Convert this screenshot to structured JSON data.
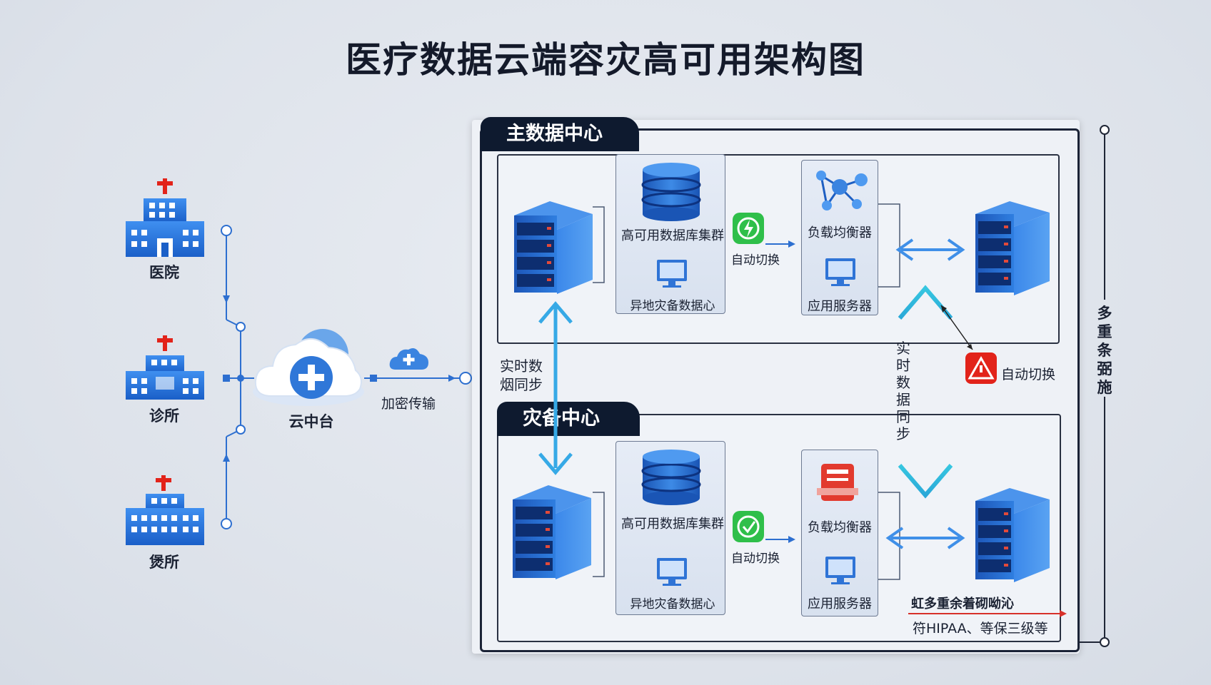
{
  "title": "医疗数据云端容灾高可用架构图",
  "facilities": [
    {
      "label": "医院"
    },
    {
      "label": "诊所"
    },
    {
      "label": "煲所"
    }
  ],
  "cloud": {
    "label": "云中台",
    "transfer_label": "加密传输"
  },
  "primary": {
    "tab": "主数据中心",
    "db_cluster": "高可用数据库集群",
    "remote_dr": "异地灾备数据心",
    "switch_label": "自动切换",
    "load_balancer": "负载均衡器",
    "app_server": "应用服务器"
  },
  "backup": {
    "tab": "灾备中心",
    "db_cluster": "高可用数据库集群",
    "remote_dr": "异地灾备数据心",
    "switch_label": "自动切换",
    "load_balancer": "负载均衡器",
    "app_server": "应用服务器"
  },
  "sync_left": "实时数\n烟同步",
  "sync_right": "实\n时\n数\n据\n同\n步",
  "auto_switch": "自动切换",
  "side_note": "多\n重\n条\n弼\n施",
  "note_line1": "虹多重余着砌呦沁",
  "note_line2": "符HIPAA、等保三级等",
  "colors": {
    "primary_blue": "#2d6fd0",
    "dark_navy": "#0e1a2f",
    "cross_red": "#e2231a",
    "green": "#2fbf4a",
    "cyan": "#2ec4dc"
  }
}
